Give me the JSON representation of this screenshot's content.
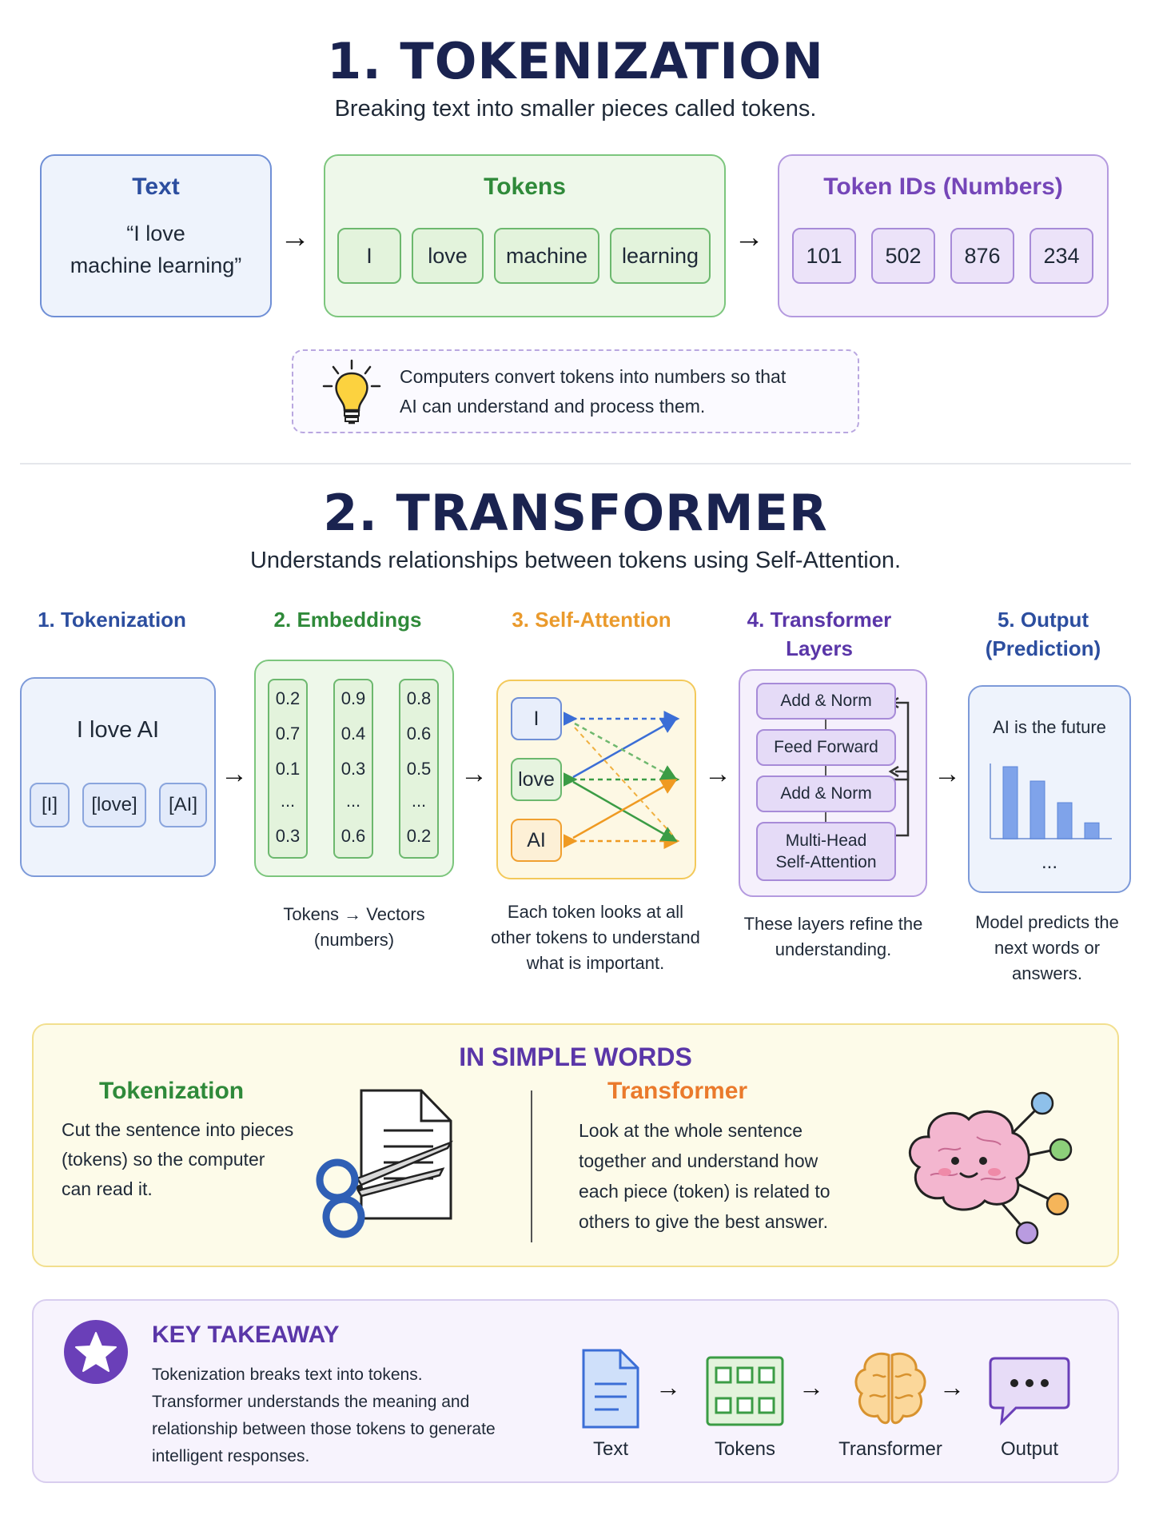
{
  "tokenization": {
    "title": "1. TOKENIZATION",
    "subtitle": "Breaking text into smaller pieces called tokens.",
    "text_box": {
      "label": "Text",
      "line1": "“I love",
      "line2": "machine learning”"
    },
    "tokens_box": {
      "label": "Tokens",
      "tokens": [
        "I",
        "love",
        "machine",
        "learning"
      ]
    },
    "ids_box": {
      "label": "Token IDs (Numbers)",
      "ids": [
        "101",
        "502",
        "876",
        "234"
      ]
    },
    "tip": {
      "line1": "Computers convert tokens into numbers so that",
      "line2": "AI can understand and process them."
    }
  },
  "transformer": {
    "title": "2. TRANSFORMER",
    "subtitle": "Understands relationships between tokens using Self-Attention.",
    "steps": [
      {
        "line1": "1. Tokenization",
        "line2": ""
      },
      {
        "line1": "2. Embeddings",
        "line2": ""
      },
      {
        "line1": "3. Self-Attention",
        "line2": ""
      },
      {
        "line1": "4. Transformer",
        "line2": "Layers"
      },
      {
        "line1": "5. Output",
        "line2": "(Prediction)"
      }
    ],
    "tok_panel": {
      "sentence": "I love AI",
      "tokens": [
        "[I]",
        "[love]",
        "[AI]"
      ]
    },
    "embeddings": [
      [
        "0.2",
        "0.7",
        "0.1",
        "...",
        "0.3"
      ],
      [
        "0.9",
        "0.4",
        "0.3",
        "...",
        "0.6"
      ],
      [
        "0.8",
        "0.6",
        "0.5",
        "...",
        "0.2"
      ]
    ],
    "attention_tokens": [
      "I",
      "love",
      "AI"
    ],
    "layers": [
      "Add & Norm",
      "Feed Forward",
      "Add & Norm",
      "Multi-Head",
      "Self-Attention"
    ],
    "output": {
      "text": "AI is the future",
      "ellipsis": "..."
    },
    "output_bars": [
      1.0,
      0.8,
      0.5,
      0.22
    ],
    "captions": {
      "emb": [
        "Tokens → Vectors",
        "(numbers)"
      ],
      "att": [
        "Each token looks at all",
        "other tokens to understand",
        "what is important."
      ],
      "layers": [
        "These layers refine the",
        "understanding."
      ],
      "out": [
        "Model predicts the",
        "next words or",
        "answers."
      ]
    }
  },
  "simple": {
    "title": "IN SIMPLE WORDS",
    "left_title": "Tokenization",
    "left_lines": [
      "Cut the sentence into pieces",
      "(tokens) so the computer",
      "can read it."
    ],
    "right_title": "Transformer",
    "right_lines": [
      "Look at the whole sentence",
      "together and understand how",
      "each piece (token) is related to",
      "others to give the best answer."
    ]
  },
  "takeaway": {
    "title": "KEY TAKEAWAY",
    "lines": [
      "Tokenization breaks text into tokens.",
      "Transformer understands the meaning and",
      "relationship between those tokens to generate",
      "intelligent responses."
    ],
    "flow": [
      "Text",
      "Tokens",
      "Transformer",
      "Output"
    ]
  },
  "colors": {
    "blue": "#5b7fd0",
    "blue_bg": "#eef3fc",
    "green": "#5fb865",
    "green_bg": "#eef8ea",
    "purple": "#a78bd8",
    "purple_bg": "#f5f0fc",
    "orange": "#f0a030",
    "yellow_bg": "#fdfbe9"
  }
}
